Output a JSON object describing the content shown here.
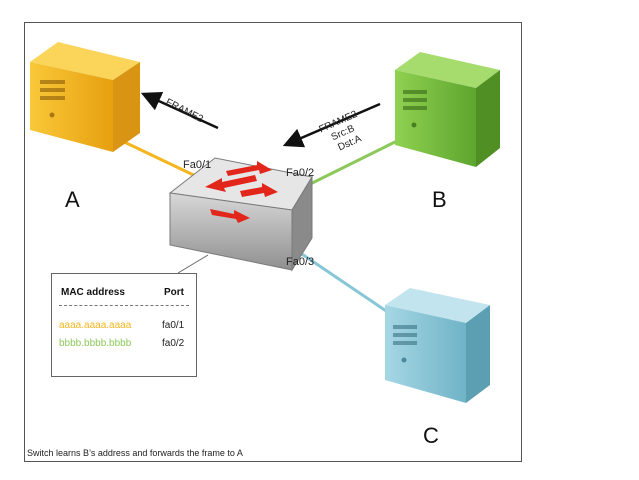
{
  "devices": {
    "a": {
      "label": "A",
      "color": "#f5b51e",
      "link_color": "#f5b51e"
    },
    "b": {
      "label": "B",
      "color": "#79c244",
      "link_color": "#8cc85a"
    },
    "c": {
      "label": "C",
      "color": "#8cc8d8",
      "link_color": "#86c6d6"
    }
  },
  "ports": {
    "p1": "Fa0/1",
    "p2": "Fa0/2",
    "p3": "Fa0/3"
  },
  "frames": {
    "outgoing": "FRAME2",
    "incoming": {
      "line1": "FRAME2",
      "line2": "Src:B",
      "line3": "Dst:A"
    }
  },
  "mac_table": {
    "headers": {
      "mac": "MAC address",
      "port": "Port"
    },
    "rows": [
      {
        "mac": "aaaa.aaaa.aaaa",
        "port": "fa0/1",
        "color": "#f5b51e"
      },
      {
        "mac": "bbbb.bbbb.bbbb",
        "port": "fa0/2",
        "color": "#8cc85a"
      }
    ]
  },
  "caption": "Switch learns B’s address and forwards the frame to A",
  "colors": {
    "arrow": "#e2261c",
    "switch_body": "#b7b7b7"
  }
}
